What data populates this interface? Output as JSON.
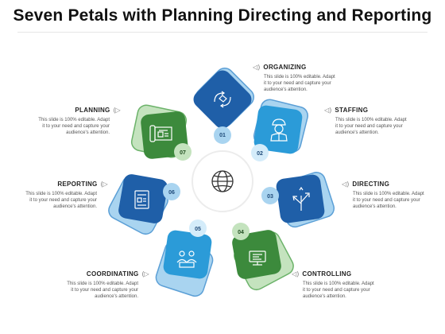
{
  "title": "Seven Petals with Planning Directing and Reporting",
  "center_icon": "globe-icon",
  "colors": {
    "dark_blue": "#1f5fa8",
    "light_blue": "#2b9bd8",
    "green": "#3c8a3c",
    "light_blue_bg": "#a9d4f0",
    "light_green_bg": "#c4e3be"
  },
  "petals": [
    {
      "number": "01",
      "label": "ORGANIZING",
      "icon": "handshake-cycle-icon",
      "color": "dark_blue",
      "desc": [
        "This slide is 100% editable. Adapt",
        "it to your need and capture your",
        "audience's attention."
      ]
    },
    {
      "number": "02",
      "label": "STAFFING",
      "icon": "worker-icon",
      "color": "light_blue",
      "desc": [
        "This slide is 100% editable. Adapt",
        "it to your need and capture your",
        "audience's attention."
      ]
    },
    {
      "number": "03",
      "label": "DIRECTING",
      "icon": "direction-arrows-icon",
      "color": "dark_blue",
      "desc": [
        "This slide is 100% editable. Adapt",
        "it to your need and capture your",
        "audience's attention."
      ]
    },
    {
      "number": "04",
      "label": "CONTROLLING",
      "icon": "monitor-control-icon",
      "color": "green",
      "desc": [
        "This slide is 100% editable. Adapt",
        "it to your need and capture your",
        "audience's attention."
      ]
    },
    {
      "number": "05",
      "label": "COORDINATING",
      "icon": "team-icon",
      "color": "light_blue",
      "desc": [
        "This slide is 100% editable. Adapt",
        "it to your need and capture your",
        "audience's attention."
      ]
    },
    {
      "number": "06",
      "label": "REPORTING",
      "icon": "report-icon",
      "color": "dark_blue",
      "desc": [
        "This slide is 100% editable. Adapt",
        "it to your need and capture your",
        "audience's attention."
      ]
    },
    {
      "number": "07",
      "label": "PLANNING",
      "icon": "blueprint-icon",
      "color": "green",
      "desc": [
        "This slide is 100% editable. Adapt",
        "it to your need and capture your",
        "audience's attention."
      ]
    }
  ]
}
